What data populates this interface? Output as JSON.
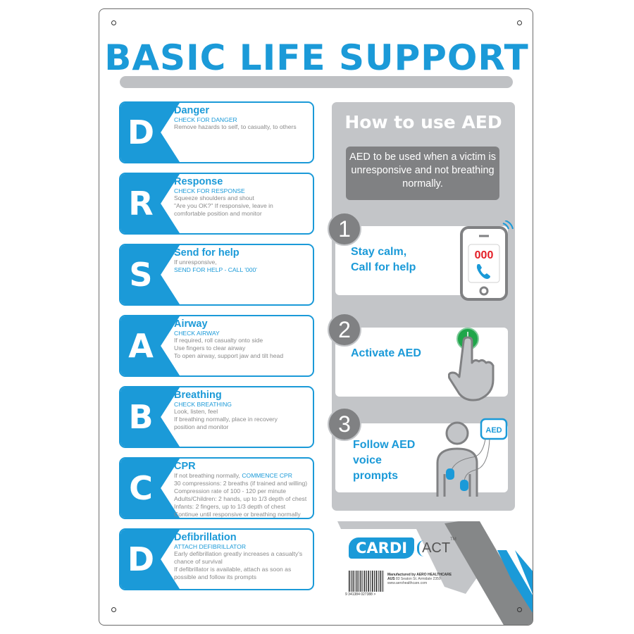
{
  "title": "BASIC LIFE SUPPORT",
  "drsabcd": [
    {
      "letter": "D",
      "heading": "Danger",
      "subheading": "CHECK FOR DANGER",
      "lines": [
        "Remove hazards to self, to casualty, to others"
      ]
    },
    {
      "letter": "R",
      "heading": "Response",
      "subheading": "CHECK FOR RESPONSE",
      "lines": [
        "Squeeze shoulders and shout",
        "\"Are you OK?\" If responsive, leave in",
        "comfortable position and monitor"
      ]
    },
    {
      "letter": "S",
      "heading": "Send for help",
      "pre_line": "If unresponsive,",
      "subheading": "SEND FOR HELP - CALL '000'",
      "lines": []
    },
    {
      "letter": "A",
      "heading": "Airway",
      "subheading": "CHECK AIRWAY",
      "lines": [
        "If required, roll casualty onto side",
        "Use fingers to clear airway",
        "To open airway, support jaw and tilt head"
      ]
    },
    {
      "letter": "B",
      "heading": "Breathing",
      "subheading": "CHECK BREATHING",
      "lines": [
        "Look, listen, feel",
        "If breathing normally, place in recovery",
        "position and monitor"
      ]
    },
    {
      "letter": "C",
      "heading": "CPR",
      "first_line_prefix": "If not breathing normally, ",
      "first_line_highlight": "COMMENCE CPR",
      "lines": [
        "30 compressions: 2 breaths (if trained and willing)",
        "Compression rate of 100 - 120 per minute",
        "Adults/Children: 2 hands, up to 1/3 depth of chest",
        "Infants: 2 fingers, up to 1/3 depth of chest",
        "Continue until responsive or breathing normally"
      ]
    },
    {
      "letter": "D",
      "heading": "Defibrillation",
      "subheading": "ATTACH DEFIBRILLATOR",
      "lines": [
        "Early defibrillation greatly increases a casualty's",
        "chance of survival",
        "If defibrillator is available, attach as soon as",
        "possible and follow its prompts"
      ]
    }
  ],
  "aed": {
    "title": "How to use AED",
    "note": "AED to be used when a victim is unresponsive and not breathing normally.",
    "steps": [
      {
        "number": "1",
        "text_line1": "Stay calm,",
        "text_line2": "Call for help",
        "phone_number": "000"
      },
      {
        "number": "2",
        "text_line1": "Activate AED"
      },
      {
        "number": "3",
        "text_line1": "Follow AED",
        "text_line2": "voice",
        "text_line3": "prompts",
        "device_label": "AED"
      }
    ]
  },
  "footer": {
    "brand_main": "CARDI",
    "brand_sub": "ACT",
    "trademark": "TM",
    "barcode_number": "9 341384 027388 >",
    "manufacturer_line1": "Manufactured by AERO HEALTHCARE",
    "manufacturer_line2_bold": "AUS",
    "manufacturer_line2": " 83 Seaton St. Armidale 2350",
    "manufacturer_line3": "www.aerohealthcare.com"
  },
  "colors": {
    "brand_blue": "#1b9ad8",
    "panel_grey": "#c3c5c8",
    "dark_grey": "#808183",
    "text_grey": "#8a8a8a",
    "alert_red": "#e41e26",
    "button_green": "#1fa64a"
  }
}
